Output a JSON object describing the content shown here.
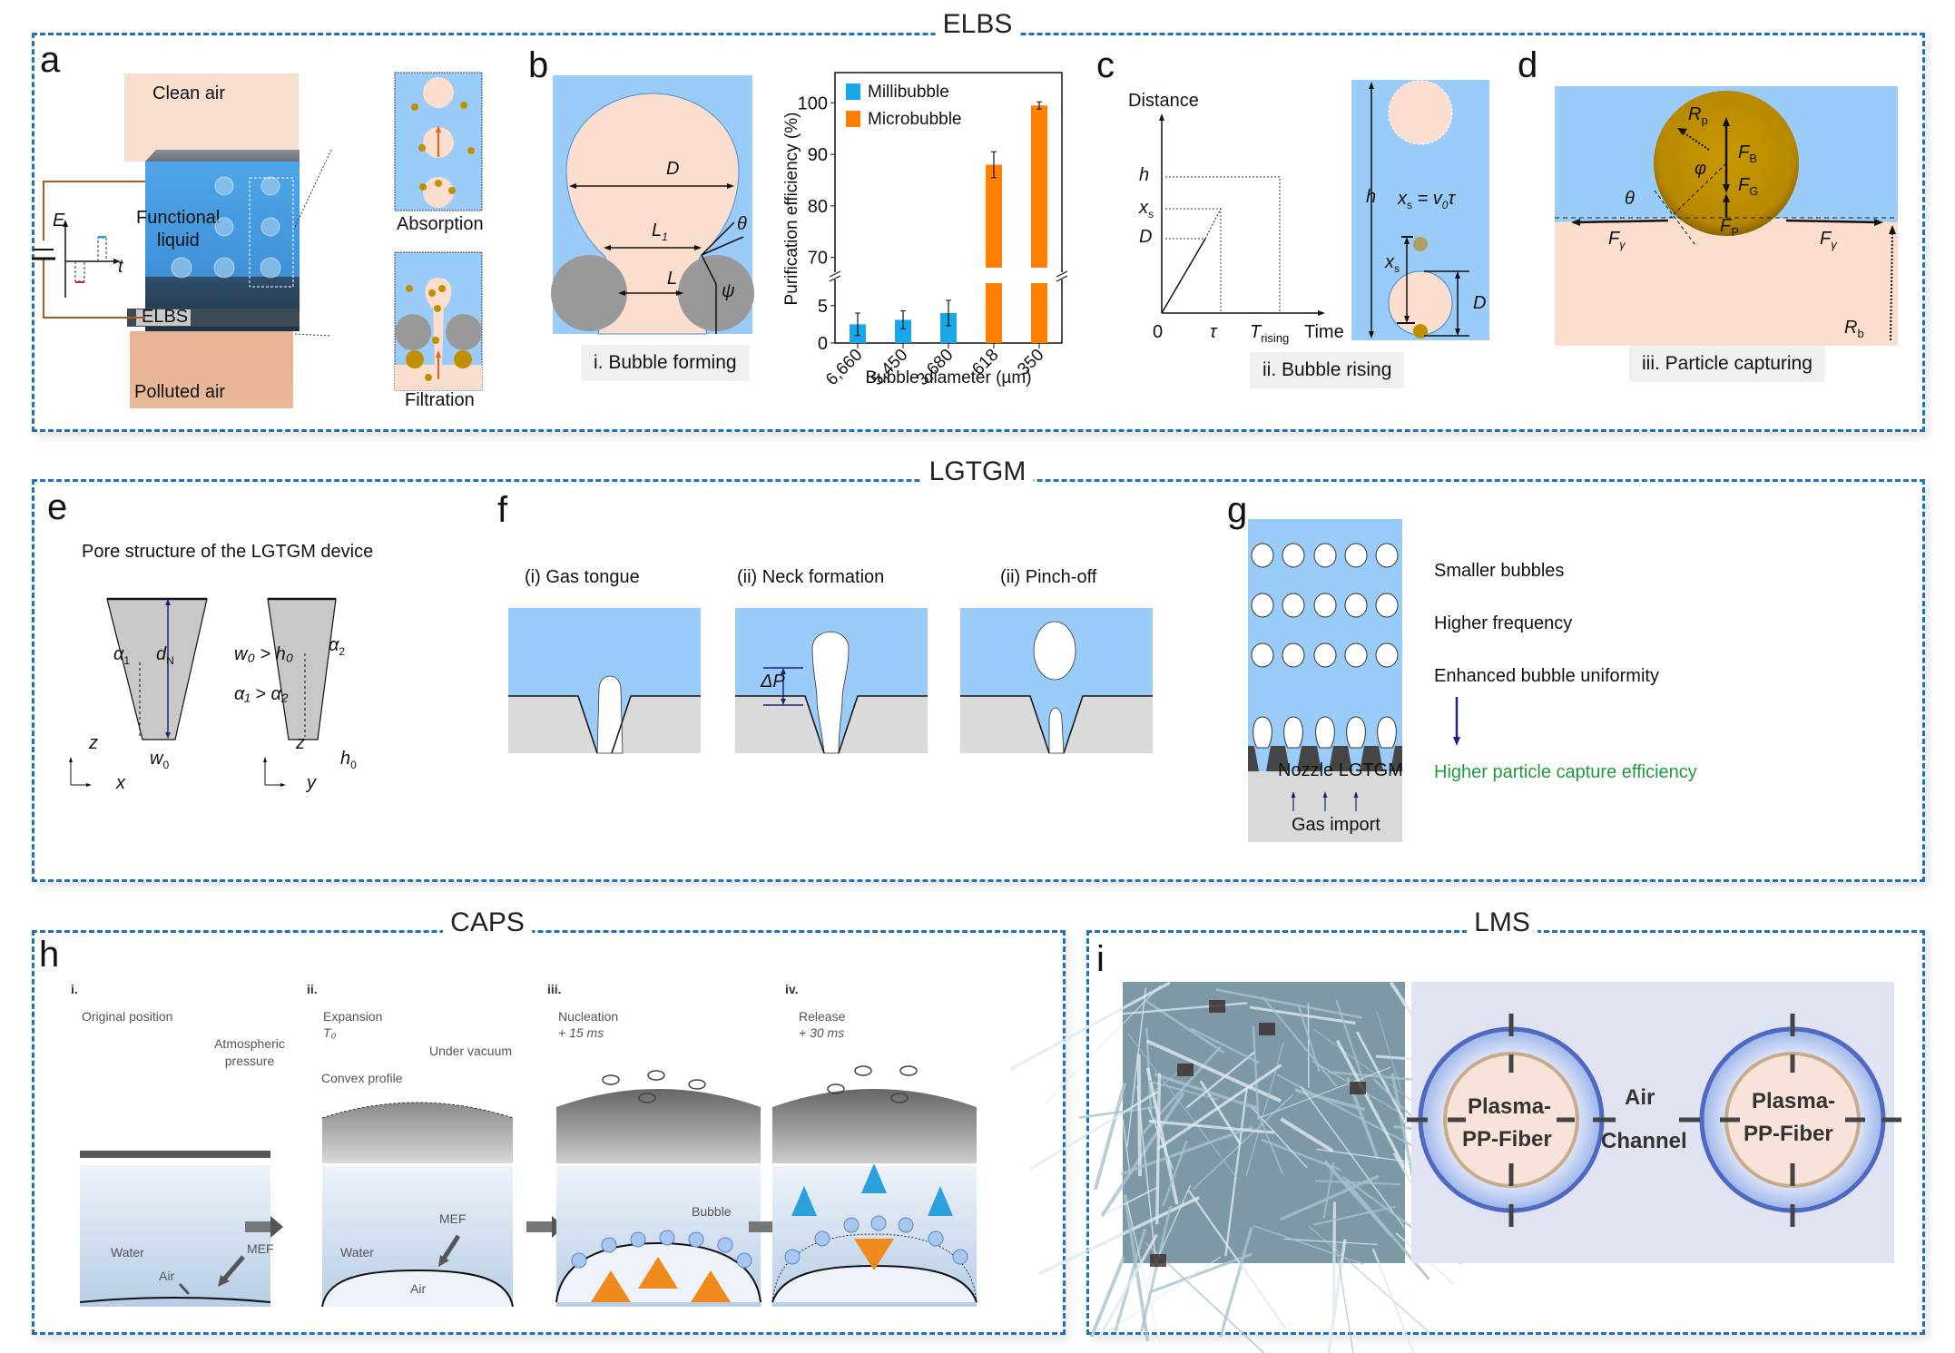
{
  "sections": {
    "elbs": {
      "title": "ELBS"
    },
    "lgtgm": {
      "title": "LGTGM"
    },
    "caps": {
      "title": "CAPS"
    },
    "lms": {
      "title": "LMS"
    }
  },
  "panel_a": {
    "letter": "a",
    "clean_air": "Clean air",
    "functional_liquid_1": "Functional",
    "functional_liquid_2": "liquid",
    "elbs_label": "ELBS",
    "polluted_air": "Polluted air",
    "axis_e": "E",
    "axis_t": "t",
    "absorption": "Absorption",
    "filtration": "Filtration"
  },
  "panel_b": {
    "letter": "b",
    "label_D": "D",
    "label_L1": "L",
    "label_L1_sub": "1",
    "label_L": "L",
    "label_theta": "θ",
    "label_psi": "ψ",
    "caption": "i. Bubble forming"
  },
  "panel_c": {
    "letter": "c",
    "y_axis": "Distance",
    "x_axis": "Time",
    "tick_h": "h",
    "tick_xs": "x",
    "tick_xs_sub": "s",
    "tick_D": "D",
    "tick_0": "0",
    "tick_tau": "τ",
    "tick_T": "T",
    "tick_T_sub": "rising",
    "eq": "x",
    "eq_sub": "s",
    "eq_rest": " = v",
    "eq_sub2": "0",
    "eq_tau": "τ",
    "side_h": "h",
    "side_xs": "x",
    "side_xs_sub": "s",
    "side_D": "D",
    "caption": "ii. Bubble rising"
  },
  "panel_d": {
    "letter": "d",
    "Rp": "R",
    "Rp_sub": "p",
    "FB": "F",
    "FB_sub": "B",
    "FG": "F",
    "FG_sub": "G",
    "FP": "F",
    "FP_sub": "P",
    "phi": "φ",
    "theta": "θ",
    "Fgamma": "F",
    "Fgamma_sub": "γ",
    "Rb": "R",
    "Rb_sub": "b",
    "caption": "iii. Particle capturing"
  },
  "panel_e": {
    "letter": "e",
    "title": "Pore structure of the LGTGM device",
    "alpha1": "α",
    "alpha1_sub": "1",
    "alpha2": "α",
    "alpha2_sub": "2",
    "dN": "d",
    "dN_sub": "N",
    "rel1": "w₀ > h₀",
    "rel2": "α₁ > α₂",
    "w0": "w",
    "w0_sub": "0",
    "h0": "h",
    "h0_sub": "0",
    "axis_z": "z",
    "axis_x": "x",
    "axis_y": "y"
  },
  "panel_f": {
    "letter": "f",
    "stages": [
      "(i) Gas tongue",
      "(ii) Neck formation",
      "(ii) Pinch-off"
    ],
    "delta_p": "ΔP"
  },
  "panel_g": {
    "letter": "g",
    "nozzle": "Nozzle LGTGM",
    "gas_import": "Gas import",
    "points": [
      "Smaller bubbles",
      "Higher frequency",
      "Enhanced bubble uniformity"
    ],
    "result": "Higher particle capture efficiency",
    "result_color": "#1e9a3c"
  },
  "panel_h": {
    "letter": "h",
    "steps": [
      {
        "num": "i.",
        "title": "Original position",
        "sub": "",
        "note": "Atmospheric pressure",
        "note2": ""
      },
      {
        "num": "ii.",
        "title": "Expansion",
        "sub": "T₀",
        "note": "Under vacuum",
        "note2": "Convex profile"
      },
      {
        "num": "iii.",
        "title": "Nucleation",
        "sub": "+ 15 ms",
        "note": "Bubble",
        "note2": ""
      },
      {
        "num": "iv.",
        "title": "Release",
        "sub": "+ 30 ms",
        "note": "",
        "note2": ""
      }
    ],
    "water": "Water",
    "air": "Air",
    "mef": "MEF"
  },
  "panel_i": {
    "letter": "i",
    "fiber_label_1": "Plasma-",
    "fiber_label_2": "PP-Fiber",
    "air_channel_1": "Air",
    "air_channel_2": "Channel"
  },
  "colors": {
    "panel_border": "#1a73c0",
    "liquid_blue": "#99ccf9",
    "bubble_peach": "#fbdece",
    "millibubble": "#1aa7e8",
    "microbubble": "#ff7f00",
    "particle": "#c19000"
  },
  "chart_data": {
    "type": "bar",
    "title": "",
    "xlabel": "Bubble diameter (µm)",
    "ylabel": "Purification efficiency (%)",
    "categories": [
      "6,660",
      "5,450",
      "3,680",
      "618",
      "350"
    ],
    "series": [
      {
        "name": "Millibubble",
        "color": "#1aa7e8",
        "values": [
          2.5,
          3.1,
          4.0,
          null,
          null
        ],
        "errors": [
          1.5,
          1.2,
          1.7,
          null,
          null
        ]
      },
      {
        "name": "Microbubble",
        "color": "#ff7f00",
        "values": [
          null,
          null,
          null,
          88.0,
          99.5
        ],
        "errors": [
          null,
          null,
          null,
          2.5,
          0.7
        ]
      }
    ],
    "y_broken_axis": {
      "lower": [
        0,
        8
      ],
      "upper": [
        68,
        102
      ]
    },
    "yticks_lower": [
      0,
      5
    ],
    "yticks_upper": [
      70,
      80,
      90,
      100
    ],
    "legend_position": "top-left",
    "grid": false
  }
}
